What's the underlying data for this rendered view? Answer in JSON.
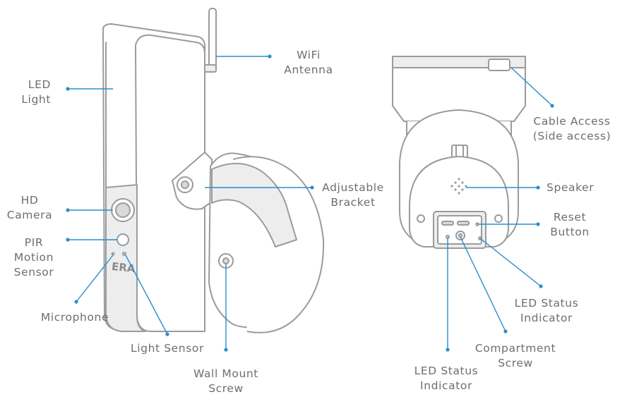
{
  "labels": {
    "led_light": [
      "LED",
      "Light"
    ],
    "wifi_antenna": [
      "WiFi",
      "Antenna"
    ],
    "hd_camera": [
      "HD",
      "Camera"
    ],
    "pir_motion_sensor": [
      "PIR",
      "Motion",
      "Sensor"
    ],
    "microphone": [
      "Microphone"
    ],
    "light_sensor": [
      "Light Sensor"
    ],
    "wall_mount_screw": [
      "Wall Mount",
      "Screw"
    ],
    "adjustable_bracket": [
      "Adjustable",
      "Bracket"
    ],
    "cable_access": [
      "Cable Access",
      "(Side access)"
    ],
    "speaker": [
      "Speaker"
    ],
    "reset_button": [
      "Reset",
      "Button"
    ],
    "led_status_indicator_right": [
      "LED Status",
      "Indicator"
    ],
    "compartment_screw": [
      "Compartment",
      "Screw"
    ],
    "led_status_indicator_bottom": [
      "LED Status",
      "Indicator"
    ]
  },
  "brand_logo": "ERA",
  "colors": {
    "leader": "#2a8fc9",
    "text": "#6d6e70",
    "outline": "#9a9b9d"
  }
}
